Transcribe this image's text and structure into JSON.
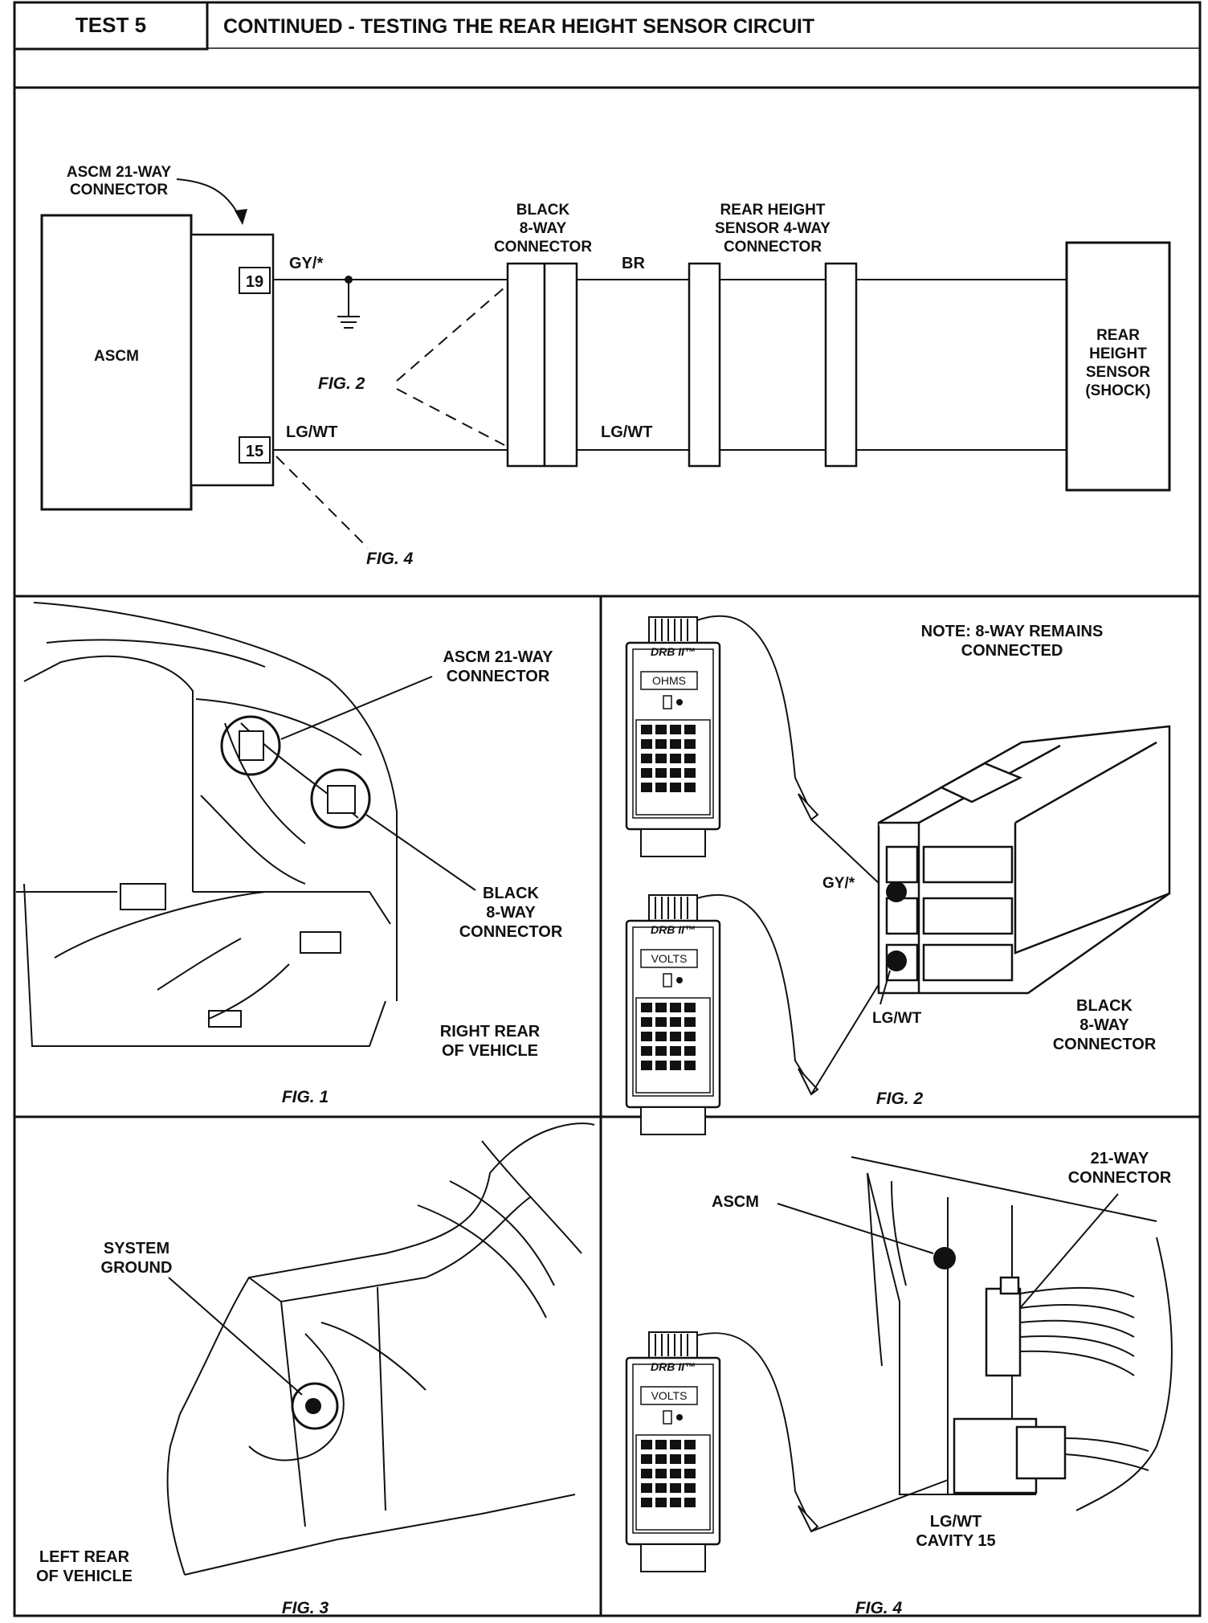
{
  "header": {
    "test_label": "TEST 5",
    "title": "CONTINUED - TESTING THE REAR HEIGHT SENSOR CIRCUIT"
  },
  "schematic": {
    "ascm_connector_label": "ASCM 21-WAY\nCONNECTOR",
    "ascm_label": "ASCM",
    "pin_19": "19",
    "pin_15": "15",
    "wire_gy": "GY/*",
    "wire_lgwt_left": "LG/WT",
    "wire_br": "BR",
    "wire_lgwt_right": "LG/WT",
    "black_connector_label": "BLACK\n8-WAY\nCONNECTOR",
    "sensor_connector_label": "REAR HEIGHT\nSENSOR 4-WAY\nCONNECTOR",
    "sensor_label": "REAR\nHEIGHT\nSENSOR\n(SHOCK)",
    "fig2_ref": "FIG. 2",
    "fig4_ref": "FIG. 4"
  },
  "fig1": {
    "ascm_connector": "ASCM 21-WAY\nCONNECTOR",
    "black_connector": "BLACK\n8-WAY\nCONNECTOR",
    "location": "RIGHT REAR\nOF VEHICLE",
    "caption": "FIG. 1"
  },
  "fig2": {
    "note": "NOTE: 8-WAY REMAINS\nCONNECTED",
    "tester_brand": "DRB II™",
    "tester1_display": "OHMS",
    "tester2_display": "VOLTS",
    "gy_label": "GY/*",
    "lgwt_label": "LG/WT",
    "connector_label": "BLACK\n8-WAY\nCONNECTOR",
    "caption": "FIG. 2"
  },
  "fig3": {
    "system_ground": "SYSTEM\nGROUND",
    "location": "LEFT REAR\nOF VEHICLE",
    "caption": "FIG. 3"
  },
  "fig4": {
    "ascm": "ASCM",
    "connector": "21-WAY\nCONNECTOR",
    "tester_brand": "DRB II™",
    "tester_display": "VOLTS",
    "cavity": "LG/WT\nCAVITY 15",
    "caption": "FIG. 4"
  }
}
